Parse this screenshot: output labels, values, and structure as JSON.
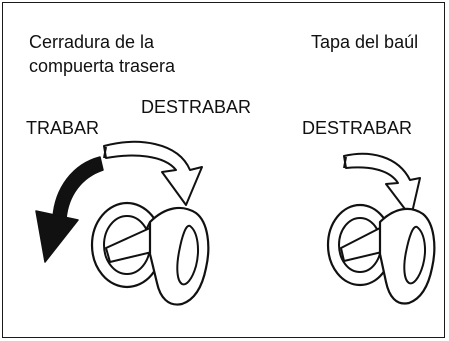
{
  "left_panel": {
    "title_line1": "Cerradura de la",
    "title_line2": "compuerta trasera",
    "lock_label": "TRABAR",
    "unlock_label": "DESTRABAR"
  },
  "right_panel": {
    "title": "Tapa del baúl",
    "unlock_label": "DESTRABAR"
  },
  "colors": {
    "line": "#111111",
    "background": "#ffffff"
  }
}
